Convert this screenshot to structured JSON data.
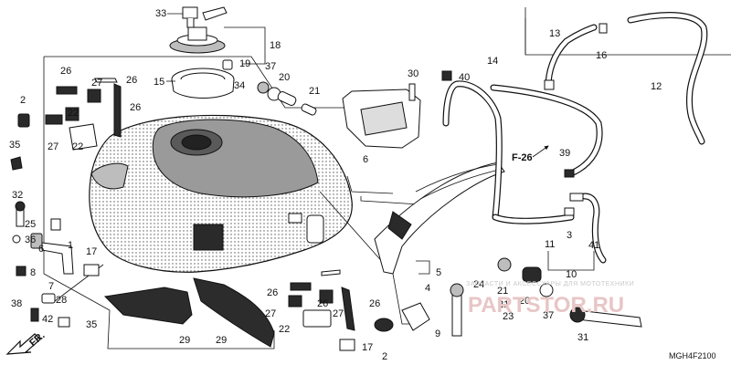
{
  "diagram_code": "MGH4F2100",
  "reference": "F-26",
  "direction_label": "FR.",
  "watermark": {
    "tagline": "ЗАПЧАСТИ И АКСЕССУАРЫ ДЛЯ МОТОТЕХНИКИ",
    "logo": "PARTSTOR.RU"
  },
  "callouts": [
    "1",
    "2",
    "3",
    "4",
    "5",
    "6",
    "7",
    "8",
    "9",
    "10",
    "11",
    "12",
    "13",
    "14",
    "15",
    "16",
    "17",
    "18",
    "19",
    "20",
    "21",
    "22",
    "23",
    "24",
    "25",
    "26",
    "27",
    "28",
    "29",
    "30",
    "31",
    "32",
    "33",
    "34",
    "35",
    "36",
    "37",
    "38",
    "39",
    "40",
    "41",
    "42"
  ]
}
